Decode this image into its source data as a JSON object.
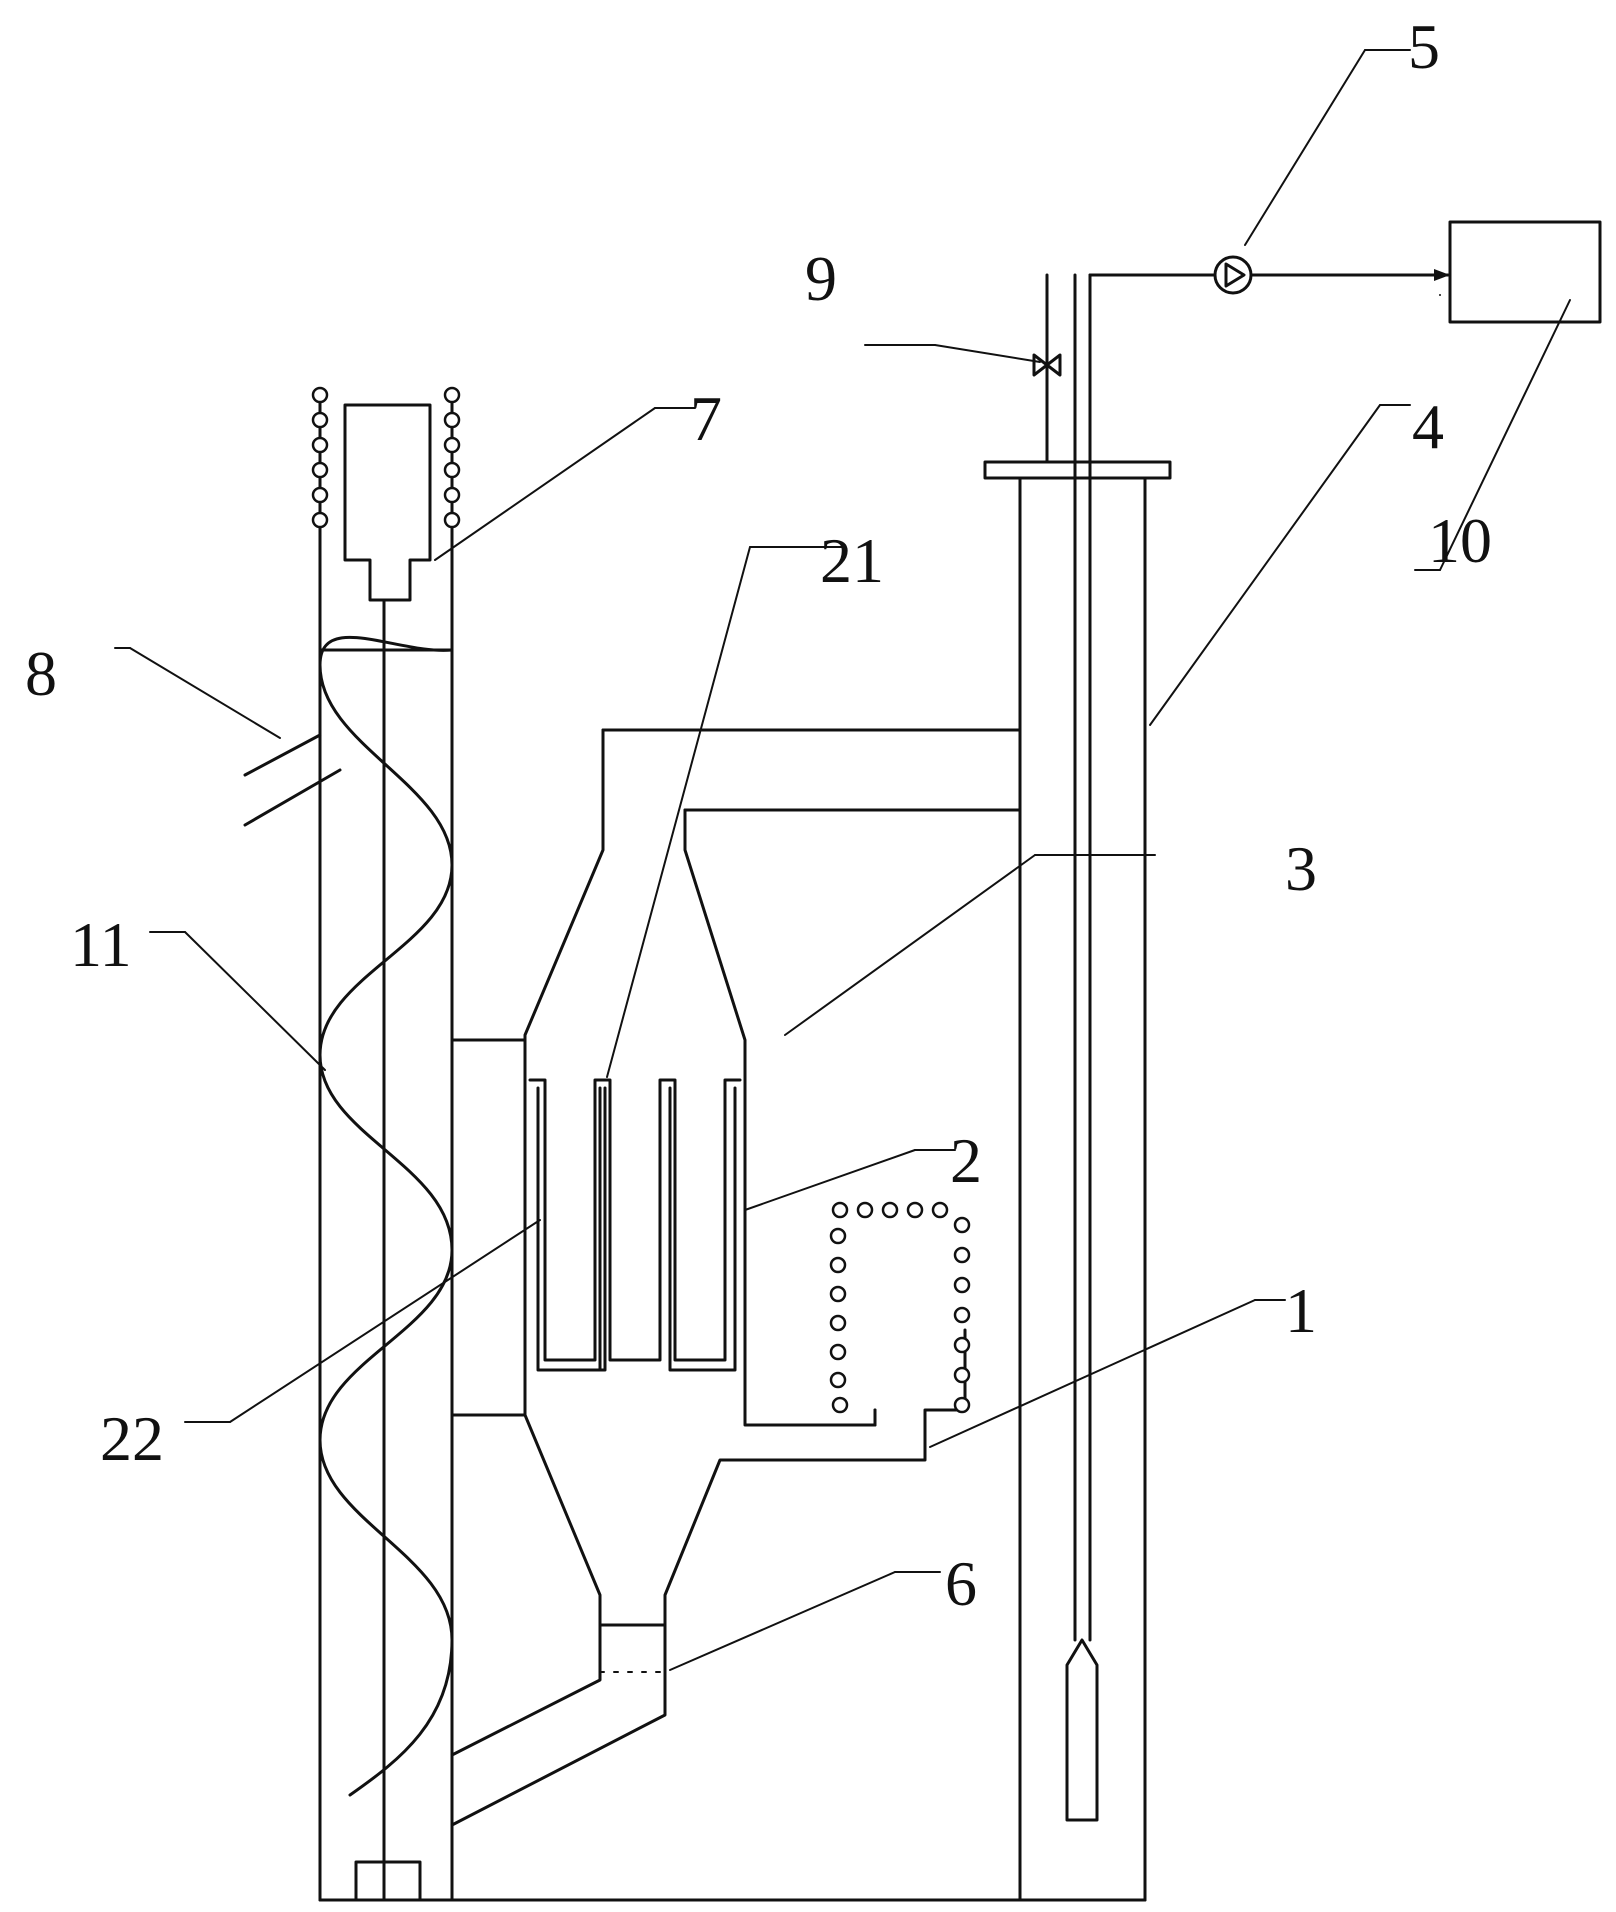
{
  "labels": {
    "l1": "1",
    "l2": "2",
    "l3": "3",
    "l4": "4",
    "l5": "5",
    "l6": "6",
    "l7": "7",
    "l8": "8",
    "l9": "9",
    "l10": "10",
    "l11": "11",
    "l21": "21",
    "l22": "22"
  }
}
